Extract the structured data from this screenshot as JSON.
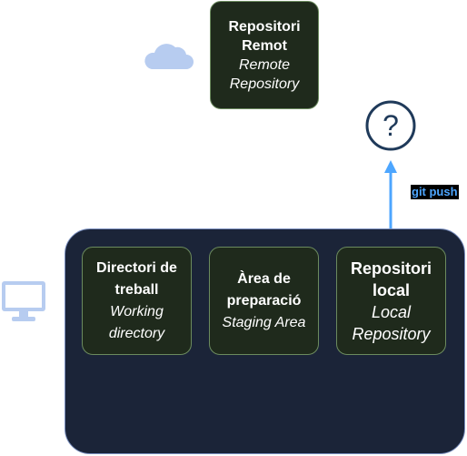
{
  "remote_repo": {
    "title": "Repositori Remot",
    "title_line1": "Repositori",
    "title_line2": "Remot",
    "subtitle_line1": "Remote",
    "subtitle_line2": "Repository"
  },
  "question": {
    "symbol": "?"
  },
  "push_label": "git push",
  "working_dir": {
    "line1": "Directori de",
    "line2": "treball",
    "line3": "Working",
    "line4": "directory"
  },
  "staging": {
    "line1": "Àrea de",
    "line2": "preparació",
    "line3": "Staging Area"
  },
  "local_repo": {
    "line1": "Repositori",
    "line2": "local",
    "line3": "Local",
    "line4": "Repository"
  },
  "icons": [
    "cloud-icon",
    "question-icon",
    "monitor-icon",
    "folder-tree-icon",
    "git-branch-icon"
  ],
  "colors": {
    "box_fill": "#1f2a1c",
    "box_border": "#6b8a5e",
    "env_fill": "#1b2438",
    "arrow": "#4da6ff",
    "cloud": "#b7ccf0"
  }
}
